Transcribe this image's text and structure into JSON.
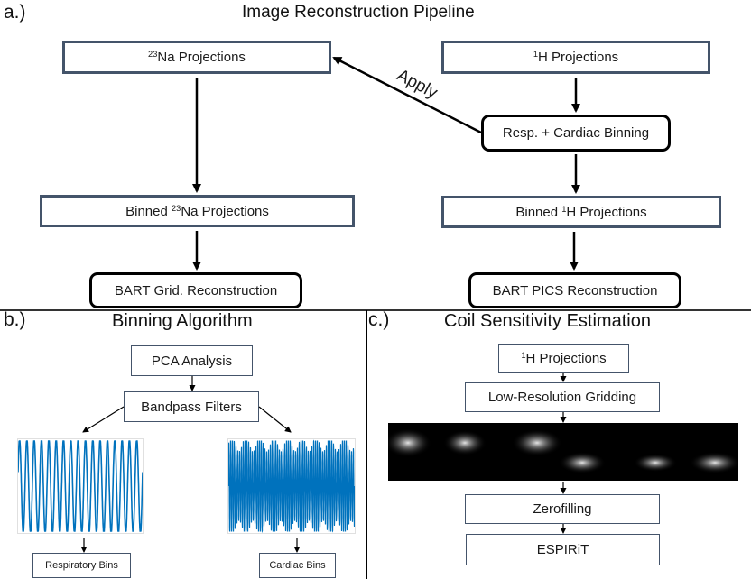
{
  "panel_a": {
    "label": "a.)",
    "title": "Image Reconstruction Pipeline",
    "na_projections": {
      "sup": "23",
      "text": "Na Projections"
    },
    "h_projections": {
      "sup": "1",
      "text": "H Projections"
    },
    "binning": "Resp. + Cardiac Binning",
    "apply_label": "Apply",
    "binned_na": {
      "prefix": "Binned ",
      "sup": "23",
      "text": "Na Projections"
    },
    "binned_h": {
      "prefix": "Binned ",
      "sup": "1",
      "text": "H Projections"
    },
    "bart_grid": "BART Grid. Reconstruction",
    "bart_pics": "BART PICS Reconstruction"
  },
  "panel_b": {
    "label": "b.)",
    "title": "Binning Algorithm",
    "pca": "PCA Analysis",
    "bandpass": "Bandpass Filters",
    "respiratory_bins": "Respiratory Bins",
    "cardiac_bins": "Cardiac Bins",
    "signal_color": "#0072bd"
  },
  "panel_c": {
    "label": "c.)",
    "title": "Coil Sensitivity Estimation",
    "h_projections": {
      "sup": "1",
      "text": "H Projections"
    },
    "low_res": "Low-Resolution Gridding",
    "zerofilling": "Zerofilling",
    "espirit": "ESPIRiT",
    "coil_image_count": 6
  },
  "colors": {
    "box_border": "#44546a",
    "arrow": "#000000",
    "signal": "#0072bd"
  }
}
